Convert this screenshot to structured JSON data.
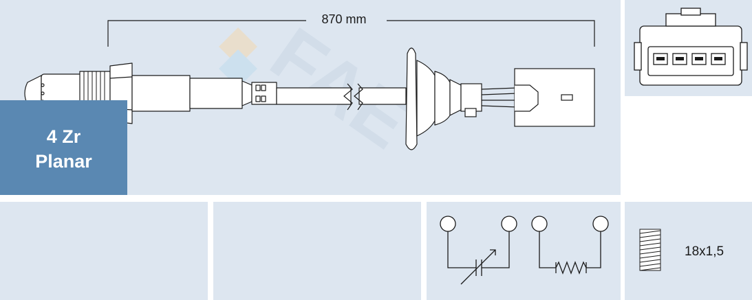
{
  "sensor": {
    "cable_length": "870 mm"
  },
  "spec": {
    "line1": "4 Zr",
    "line2": "Planar"
  },
  "thread": {
    "size": "18x1,5"
  },
  "watermark": {
    "text": "FAE"
  },
  "colors": {
    "panel_bg": "#dde6f0",
    "spec_bg": "#5a88b2",
    "line": "#1a1a1a"
  },
  "icons": [
    "connector-4pin-icon",
    "lambda-cell-symbol-icon",
    "heater-resistor-symbol-icon",
    "thread-icon"
  ]
}
